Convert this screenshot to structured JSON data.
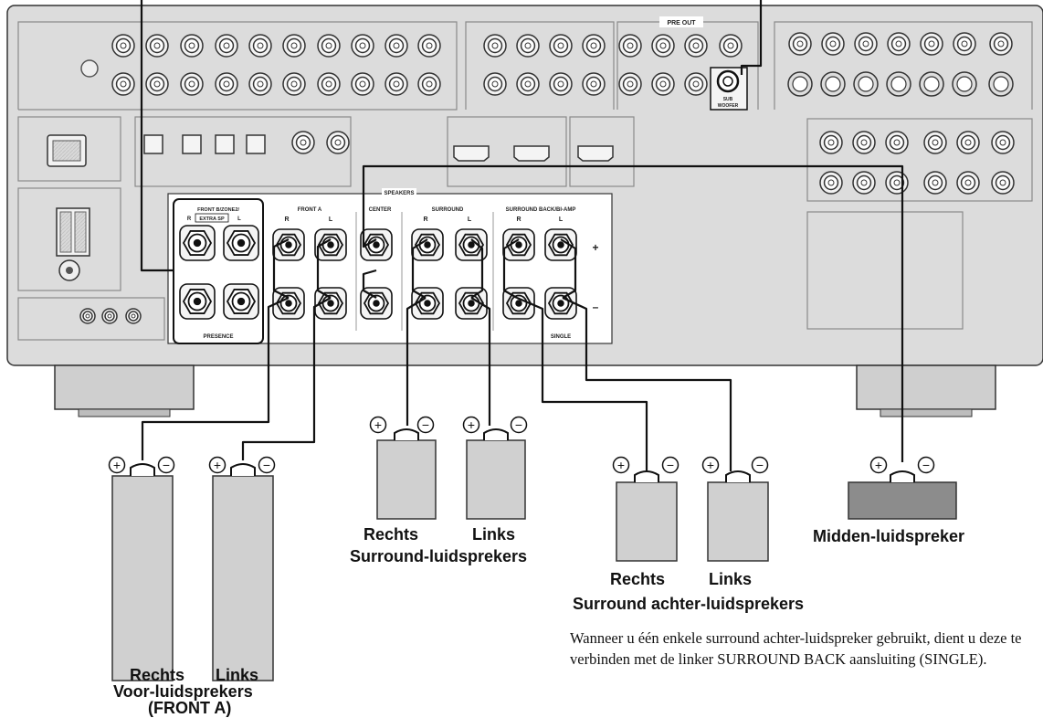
{
  "receiver": {
    "pre_out": "PRE OUT",
    "sub_woofer": [
      "SUB",
      "WOOFER"
    ],
    "speakers": "SPEAKERS",
    "front_b_zone2": "FRONT B/ZONE2/",
    "extra_sp": "EXTRA SP",
    "presence": "PRESENCE",
    "front_a": "FRONT A",
    "center": "CENTER",
    "surround": "SURROUND",
    "surround_back": "SURROUND BACK/BI-AMP",
    "single": "SINGLE",
    "channel_r": "R",
    "channel_l": "L",
    "plus": "+",
    "minus": "–"
  },
  "polarity": {
    "plus": "+",
    "minus": "−"
  },
  "captions": {
    "front_right": "Rechts",
    "front_left": "Links",
    "front_group": "Voor-luidsprekers",
    "front_sub": "(FRONT A)",
    "surround_right": "Rechts",
    "surround_left": "Links",
    "surround_group": "Surround-luidsprekers",
    "back_right": "Rechts",
    "back_left": "Links",
    "back_group": "Surround achter-luidsprekers",
    "center": "Midden-luidspreker"
  },
  "note": "Wanneer u één enkele surround achter-luidspreker gebruikt, dient u deze te verbinden met de linker SURROUND BACK aansluiting (SINGLE)."
}
